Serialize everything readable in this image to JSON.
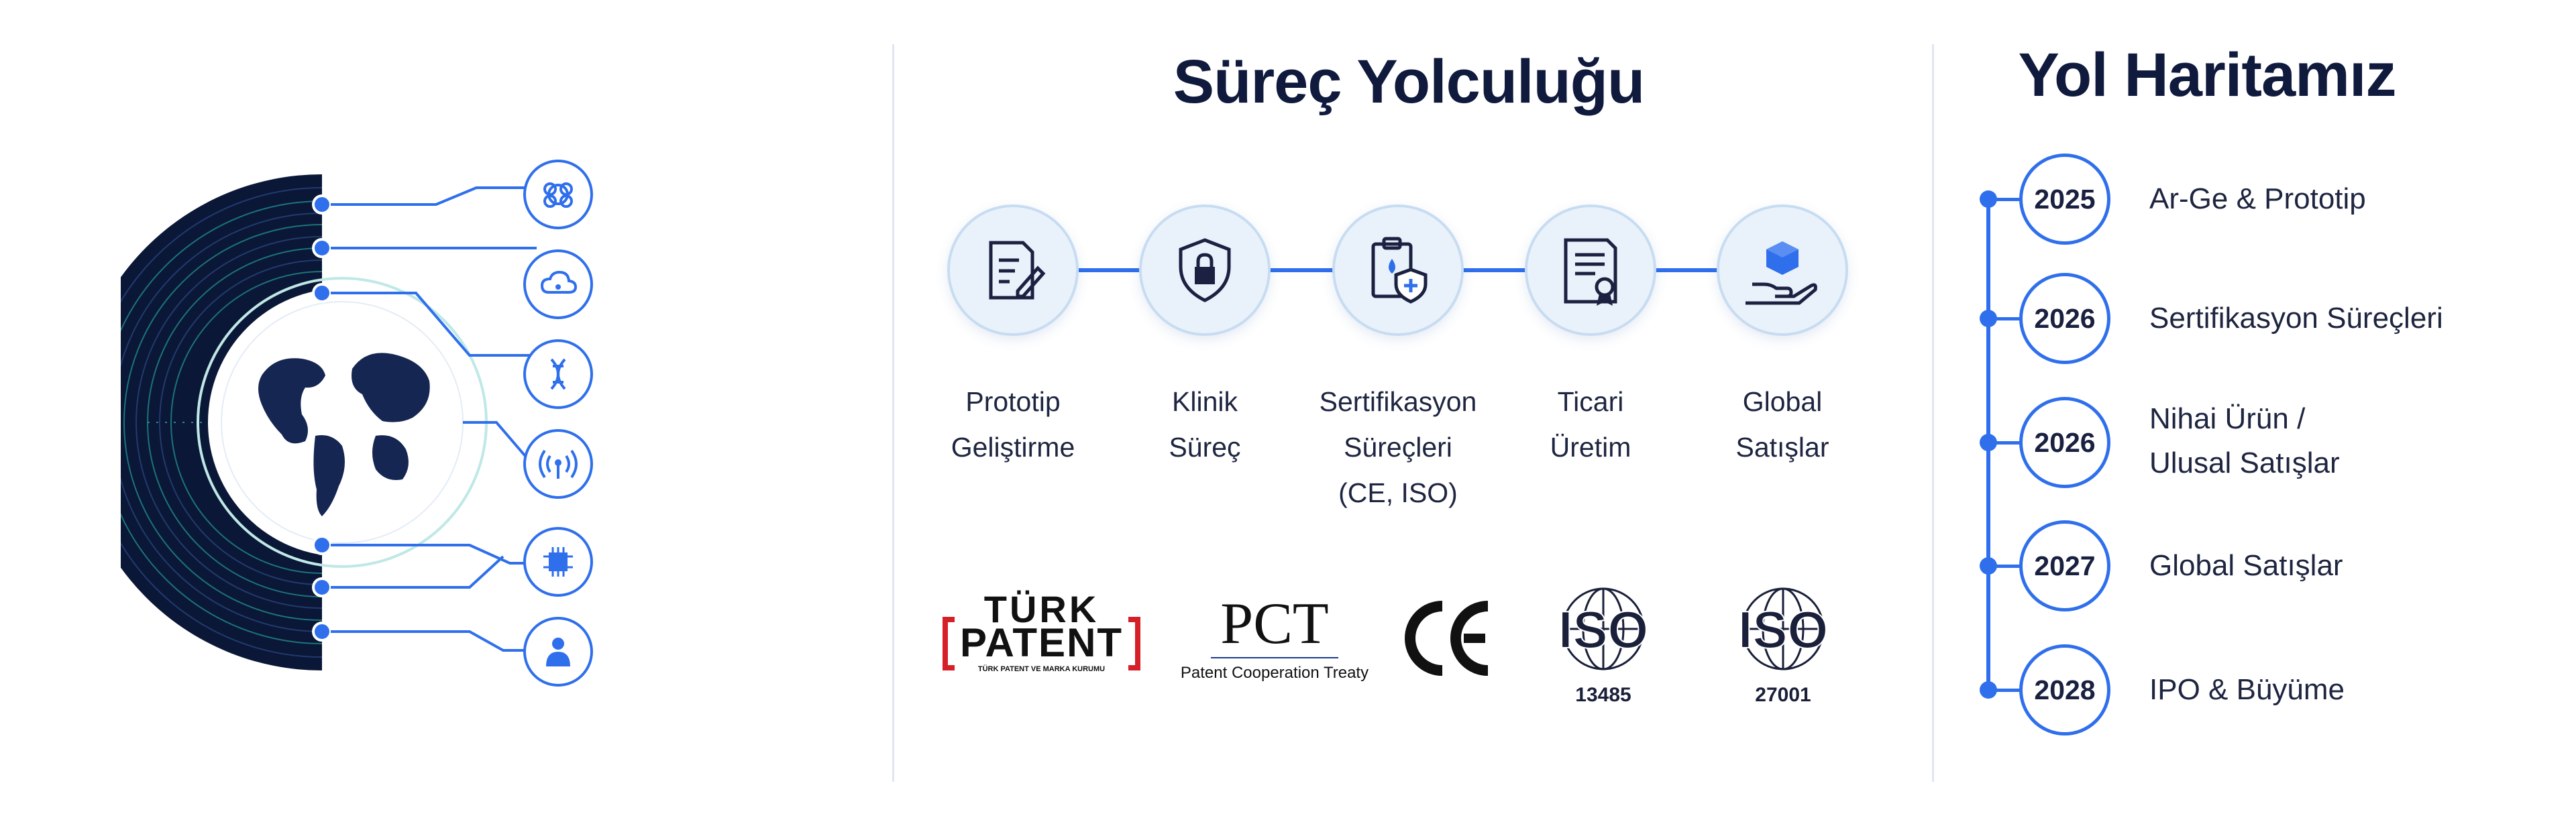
{
  "process": {
    "title": "Süreç Yolculuğu",
    "steps": [
      {
        "label_line1": "Prototip",
        "label_line2": "Geliştirme",
        "label_line3": "",
        "icon": "document-pencil-icon"
      },
      {
        "label_line1": "Klinik",
        "label_line2": "Süreç",
        "label_line3": "",
        "icon": "shield-lock-icon"
      },
      {
        "label_line1": "Sertifikasyon",
        "label_line2": "Süreçleri",
        "label_line3": "(CE, ISO)",
        "icon": "clipboard-shield-icon"
      },
      {
        "label_line1": "Ticari",
        "label_line2": "Üretim",
        "label_line3": "",
        "icon": "certificate-icon"
      },
      {
        "label_line1": "Global",
        "label_line2": "Satışlar",
        "label_line3": "",
        "icon": "hand-cube-icon"
      }
    ],
    "logos": {
      "turk_patent_line1": "TÜRK",
      "turk_patent_line2": "PATENT",
      "turk_patent_sub": "TÜRK PATENT VE MARKA KURUMU",
      "pct_main": "PCT",
      "pct_sub": "Patent Cooperation Treaty",
      "ce": "CE",
      "iso1_text": "ISO",
      "iso1_number": "13485",
      "iso2_text": "ISO",
      "iso2_number": "27001"
    }
  },
  "roadmap": {
    "title": "Yol Haritamız",
    "items": [
      {
        "year": "2025",
        "line1": "Ar-Ge & Prototip",
        "line2": ""
      },
      {
        "year": "2026",
        "line1": "Sertifikasyon Süreçleri",
        "line2": ""
      },
      {
        "year": "2026",
        "line1": "Nihai Ürün /",
        "line2": "Ulusal Satışlar"
      },
      {
        "year": "2027",
        "line1": "Global Satışlar",
        "line2": ""
      },
      {
        "year": "2028",
        "line1": "IPO & Büyüme",
        "line2": ""
      }
    ]
  },
  "globe_icons": [
    "brain-icon",
    "cloud-icon",
    "dna-icon",
    "wireless-signal-icon",
    "chip-icon",
    "person-icon"
  ],
  "colors": {
    "accent": "#2f6fec",
    "navy": "#0f1a3d",
    "globe_dark": "#0b1737"
  }
}
